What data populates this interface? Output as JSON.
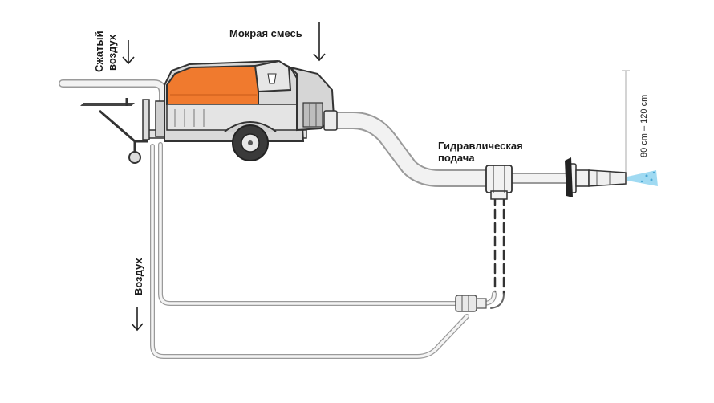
{
  "labels": {
    "compressed_air": [
      "Сжатый",
      "воздух"
    ],
    "wet_mix": "Мокрая смесь",
    "hydraulic_feed": [
      "Гидравлическая",
      "подача"
    ],
    "air": "Воздух",
    "distance": "80 cm – 120 cm"
  },
  "colors": {
    "machine_body": "#f07a2e",
    "machine_shell": "#d9d9d9",
    "pipe_fill": "#f2f2f2",
    "pipe_stroke": "#9a9a9a",
    "spray": "#8fd4f0"
  }
}
